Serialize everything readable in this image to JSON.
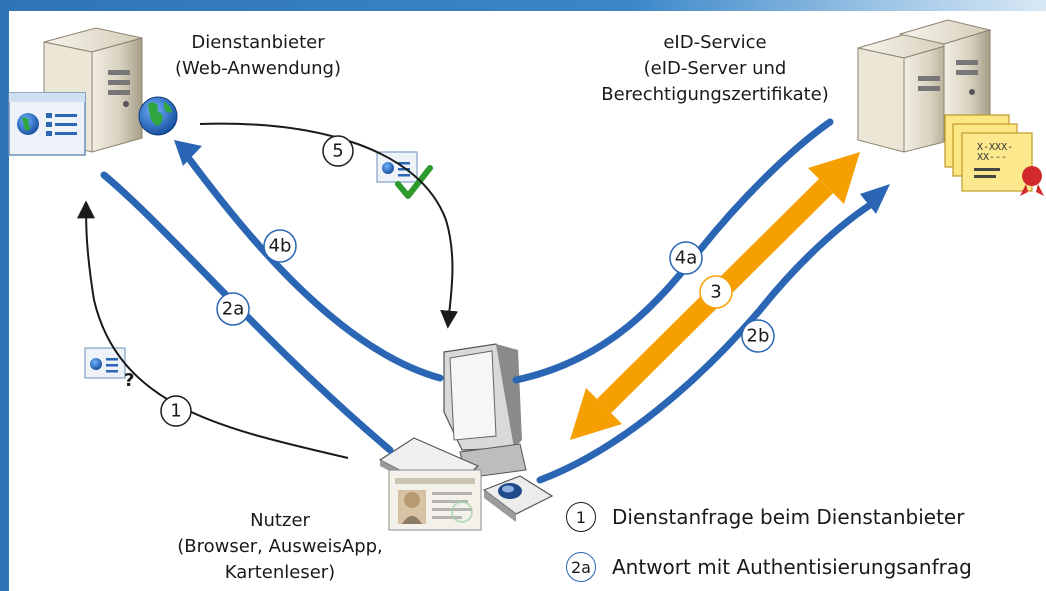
{
  "nodes": {
    "provider": {
      "line1": "Dienstanbieter",
      "line2": "(Web-Anwendung)"
    },
    "eid": {
      "line1": "eID-Service",
      "line2": "(eID-Server und",
      "line3": "Berechtigungszertifikate)"
    },
    "user": {
      "line1": "Nutzer",
      "line2": "(Browser, AusweisApp,",
      "line3": "Kartenleser)"
    }
  },
  "steps": {
    "s1": "1",
    "s2a": "2a",
    "s2b": "2b",
    "s3": "3",
    "s4a": "4a",
    "s4b": "4b",
    "s5": "5"
  },
  "certificate_text": {
    "line1": "X-XXX-",
    "line2": "XX---"
  },
  "legend": [
    {
      "marker": "1",
      "text": "Dienstanfrage beim Dienstanbieter"
    },
    {
      "marker": "2a",
      "text": "Antwort mit Authentisierungsanfrag"
    }
  ],
  "colors": {
    "blue": "#2a66b3",
    "orange": "#f5a000",
    "green": "#2e9a2e",
    "frame": "#2f74b8"
  },
  "icons": [
    "server-icon",
    "globe-icon",
    "browser-window-icon",
    "question-mark-icon",
    "checkmark-icon",
    "certificate-icon",
    "monitor-icon",
    "keyboard-icon",
    "card-reader-icon",
    "id-card-icon"
  ]
}
